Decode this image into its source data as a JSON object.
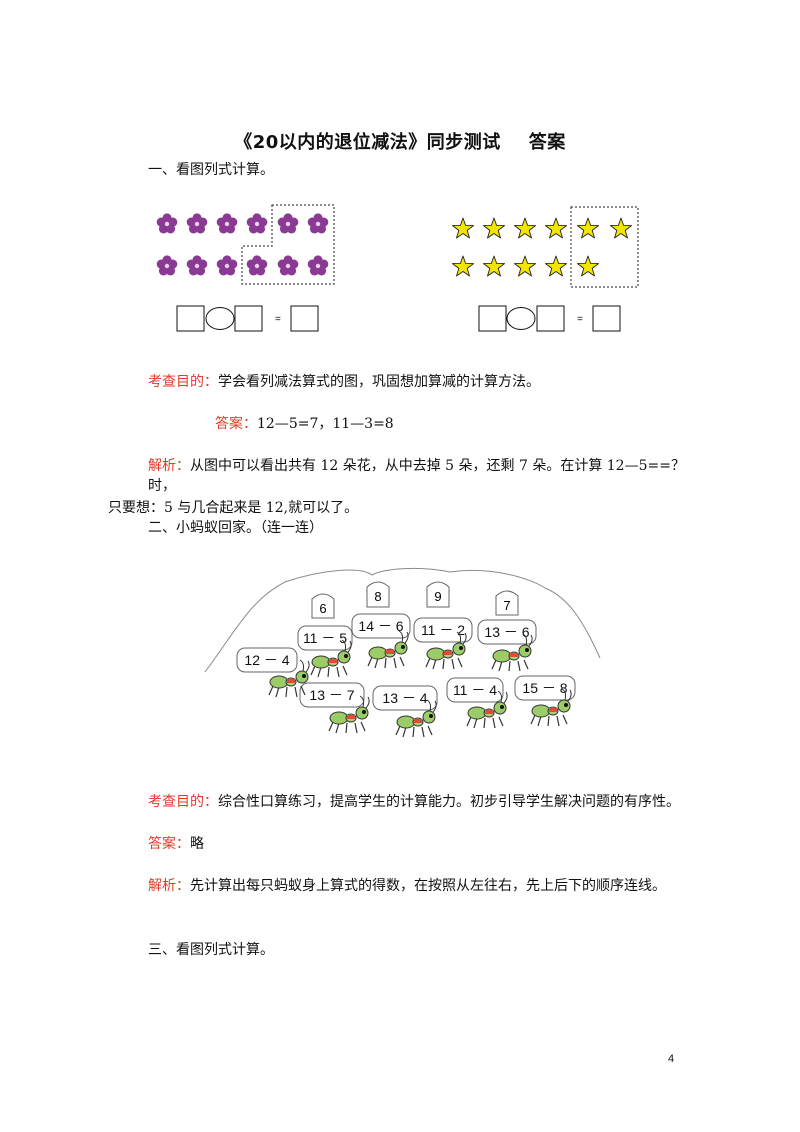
{
  "doc": {
    "title": "《20以内的退位减法》同步测试",
    "title_suffix": "答案",
    "page_number": "4"
  },
  "section1": {
    "heading": "一、看图列式计算。",
    "figure_left": {
      "item": "flower",
      "total": 12,
      "circled": 5,
      "color": "#8a3a92"
    },
    "figure_right": {
      "item": "star",
      "total": 11,
      "circled": 3,
      "color": "#f2e600"
    },
    "equals_sign": "=",
    "purpose_label": "考查目的：",
    "purpose_text": "学会看列减法算式的图，巩固想加算减的计算方法。",
    "answer_label": "答案：",
    "answer_text": "12—5=7，11—3=8",
    "analysis_label": "解析：",
    "analysis_line1": "从图中可以看出共有 12 朵花，从中去掉 5 朵，还剩 7 朵。在计算 12—5==？时，",
    "analysis_line2": "只要想：5 与几合起来是 12,就可以了。"
  },
  "section2": {
    "heading": "二、小蚂蚁回家。（连一连）",
    "houses": [
      "6",
      "8",
      "9",
      "7"
    ],
    "ants": [
      "11 － 5",
      "14 － 6",
      "11 － 2",
      "13 － 6",
      "12 － 4",
      "13 － 7",
      "13 － 4",
      "11 － 4",
      "15 － 8"
    ],
    "purpose_label": "考查目的：",
    "purpose_text": "综合性口算练习，提高学生的计算能力。初步引导学生解决问题的有序性。",
    "answer_label": "答案：",
    "answer_text": "略",
    "analysis_label": "解析：",
    "analysis_text": "先计算出每只蚂蚁身上算式的得数，在按照从左往右，先上后下的顺序连线。"
  },
  "section3": {
    "heading": "三、看图列式计算。"
  }
}
